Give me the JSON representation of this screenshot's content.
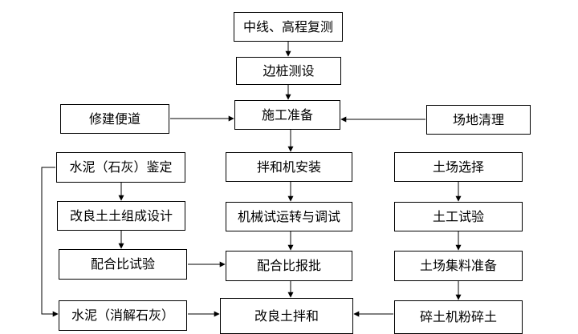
{
  "flowchart": {
    "nodes": {
      "survey": "中线、高程复测",
      "stake_setting": "边桩测设",
      "construction_prep": "施工准备",
      "access_road": "修建便道",
      "site_clearing": "场地清理",
      "cement_lime_identification": "水泥（石灰）鉴定",
      "mixer_installation": "拌和机安装",
      "borrow_site_selection": "土场选择",
      "soil_mix_design": "改良土土组成设计",
      "machine_commissioning": "机械试运转与调试",
      "geotechnical_test": "土工试验",
      "mix_ratio_test": "配合比试验",
      "mix_ratio_report": "配合比报批",
      "borrow_site_collection": "土场集料准备",
      "cement_lime_slaking": "水泥（消解石灰）",
      "improved_soil_mixing": "改良土拌和",
      "crusher": "碎土机粉碎土"
    },
    "edges": [
      [
        "survey",
        "stake_setting"
      ],
      [
        "stake_setting",
        "construction_prep"
      ],
      [
        "access_road",
        "construction_prep"
      ],
      [
        "site_clearing",
        "construction_prep"
      ],
      [
        "construction_prep",
        "mixer_installation"
      ],
      [
        "mixer_installation",
        "machine_commissioning"
      ],
      [
        "machine_commissioning",
        "mix_ratio_report"
      ],
      [
        "mix_ratio_report",
        "improved_soil_mixing"
      ],
      [
        "cement_lime_identification",
        "soil_mix_design"
      ],
      [
        "soil_mix_design",
        "mix_ratio_test"
      ],
      [
        "mix_ratio_test",
        "mix_ratio_report"
      ],
      [
        "cement_lime_identification",
        "cement_lime_slaking"
      ],
      [
        "cement_lime_slaking",
        "improved_soil_mixing"
      ],
      [
        "borrow_site_selection",
        "geotechnical_test"
      ],
      [
        "geotechnical_test",
        "borrow_site_collection"
      ],
      [
        "borrow_site_collection",
        "crusher"
      ],
      [
        "crusher",
        "improved_soil_mixing"
      ]
    ]
  }
}
